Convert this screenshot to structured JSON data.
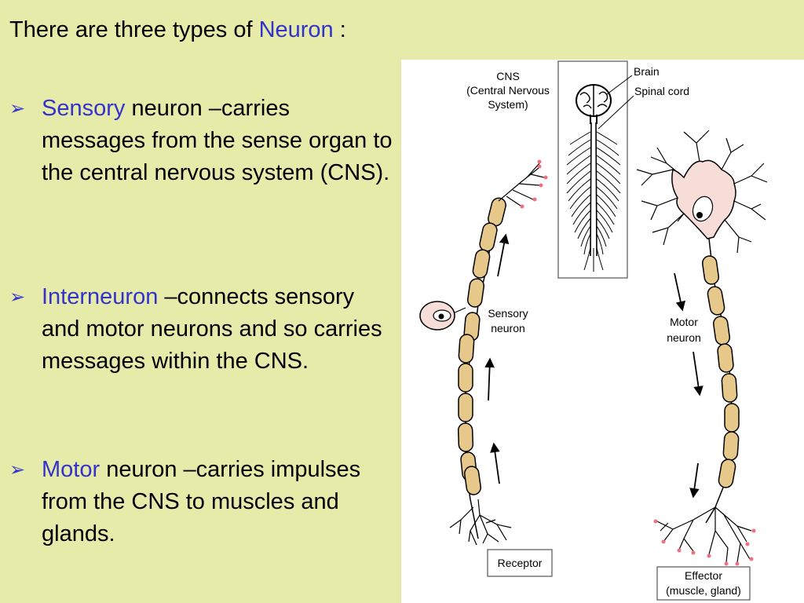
{
  "slide": {
    "title_prefix": "There are three types of ",
    "title_highlight": "Neuron",
    "title_suffix": " :"
  },
  "bullets": [
    {
      "term": "Sensory",
      "text": " neuron –carries messages from the sense organ to the central nervous system (CNS)."
    },
    {
      "term": "Interneuron",
      "text": " –connects sensory and motor neurons and so carries messages within the CNS."
    },
    {
      "term": "Motor",
      "text": " neuron –carries impulses from the CNS to muscles and glands."
    }
  ],
  "diagram": {
    "cns_line1": "CNS",
    "cns_line2": "(Central Nervous",
    "cns_line3": "System)",
    "brain": "Brain",
    "spinal_cord": "Spinal cord",
    "sensory_line1": "Sensory",
    "sensory_line2": "neuron",
    "motor_line1": "Motor",
    "motor_line2": "neuron",
    "receptor": "Receptor",
    "effector_line1": "Effector",
    "effector_line2": "(muscle, gland)"
  },
  "colors": {
    "background": "#e6eba9",
    "highlight": "#3333cc",
    "myelin": "#e5c88a",
    "cell_body": "#f6ddd8",
    "nerve_ending": "#f07080"
  },
  "icons": {
    "bullet": "arrowhead-bullet-icon"
  }
}
